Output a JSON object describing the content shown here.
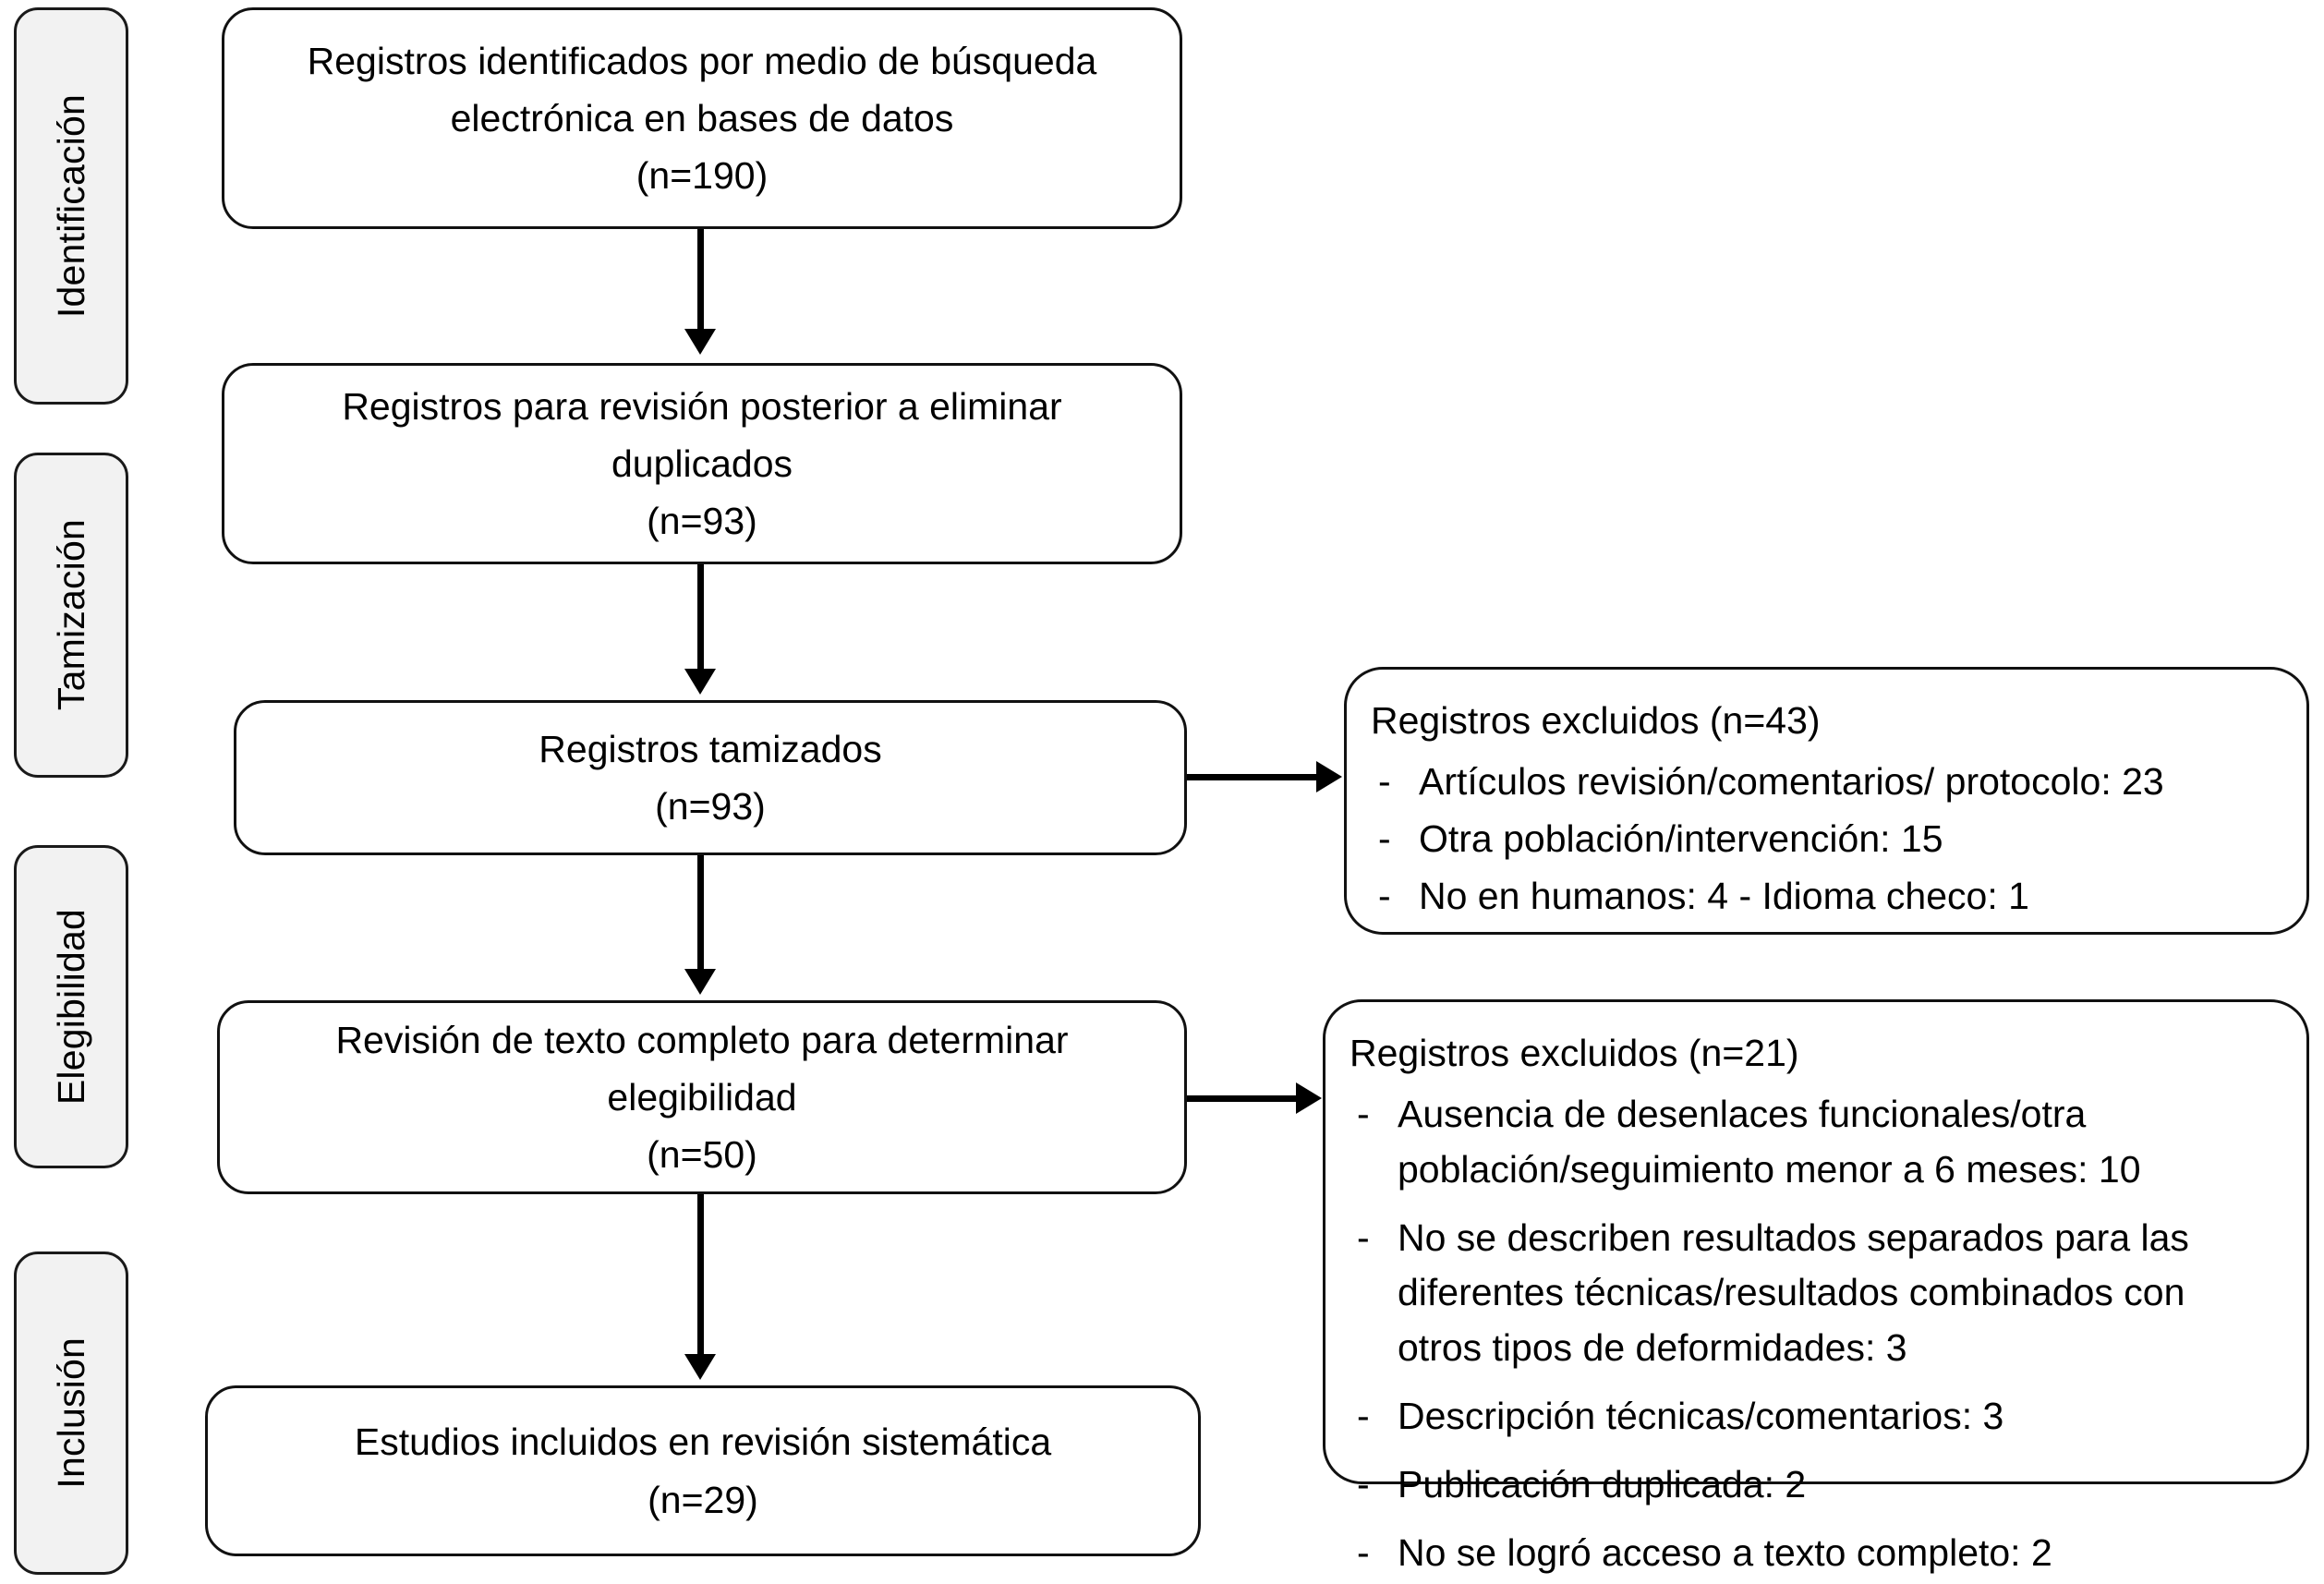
{
  "diagram": {
    "title": "Diagrama de flujo PRISMA de selección de estudios",
    "stages": [
      {
        "id": "identificacion",
        "label": "Identificación"
      },
      {
        "id": "tamizacion",
        "label": "Tamización"
      },
      {
        "id": "elegibilidad",
        "label": "Elegibilidad"
      },
      {
        "id": "inclusion",
        "label": "Inclusión"
      }
    ],
    "flow_boxes": [
      {
        "id": "registros-identificados",
        "lines": [
          "Registros identificados por medio de búsqueda",
          "electrónica en bases de datos",
          "(n=190)"
        ],
        "count": 190
      },
      {
        "id": "registros-revision-duplicados",
        "lines": [
          "Registros para revisión posterior a eliminar",
          "duplicados",
          "(n=93)"
        ],
        "count": 93
      },
      {
        "id": "registros-tamizados",
        "lines": [
          "Registros tamizados",
          "(n=93)"
        ],
        "count": 93
      },
      {
        "id": "revision-texto-completo",
        "lines": [
          "Revisión de texto completo para determinar",
          "elegibilidad",
          "(n=50)"
        ],
        "count": 50
      },
      {
        "id": "estudios-incluidos",
        "lines": [
          "Estudios incluidos en revisión sistemática",
          "(n=29)"
        ],
        "count": 29
      }
    ],
    "exclusion_boxes": [
      {
        "id": "excluidos-tamizacion",
        "title": "Registros excluidos (n=43)",
        "count": 43,
        "dash": "-",
        "items": [
          {
            "lines": [
              "Artículos revisión/comentarios/ protocolo: 23"
            ],
            "value": 23
          },
          {
            "lines": [
              "Otra población/intervención: 15"
            ],
            "value": 15
          },
          {
            "lines": [
              "No en humanos: 4   - Idioma checo: 1"
            ],
            "value": 4
          }
        ]
      },
      {
        "id": "excluidos-elegibilidad",
        "title": "Registros excluidos (n=21)",
        "count": 21,
        "dash": "-",
        "items": [
          {
            "lines": [
              "Ausencia  de desenlaces funcionales/otra",
              "población/seguimiento menor a 6 meses: 10"
            ],
            "value": 10
          },
          {
            "lines": [
              " No se describen resultados separados para las",
              "diferentes técnicas/resultados combinados con",
              "otros tipos de deformidades: 3"
            ],
            "value": 3
          },
          {
            "lines": [
              "Descripción técnicas/comentarios: 3"
            ],
            "value": 3
          },
          {
            "lines": [
              "Publicación duplicada: 2"
            ],
            "value": 2
          },
          {
            "lines": [
              "No se logró acceso a texto completo: 2"
            ],
            "value": 2
          }
        ]
      }
    ],
    "colors": {
      "stage_fill": "#f2f2f2",
      "stage_border": "#1a1a1a",
      "box_fill": "#ffffff",
      "box_border": "#111111",
      "connector": "#000000",
      "text": "#000000",
      "background": "#ffffff"
    }
  }
}
